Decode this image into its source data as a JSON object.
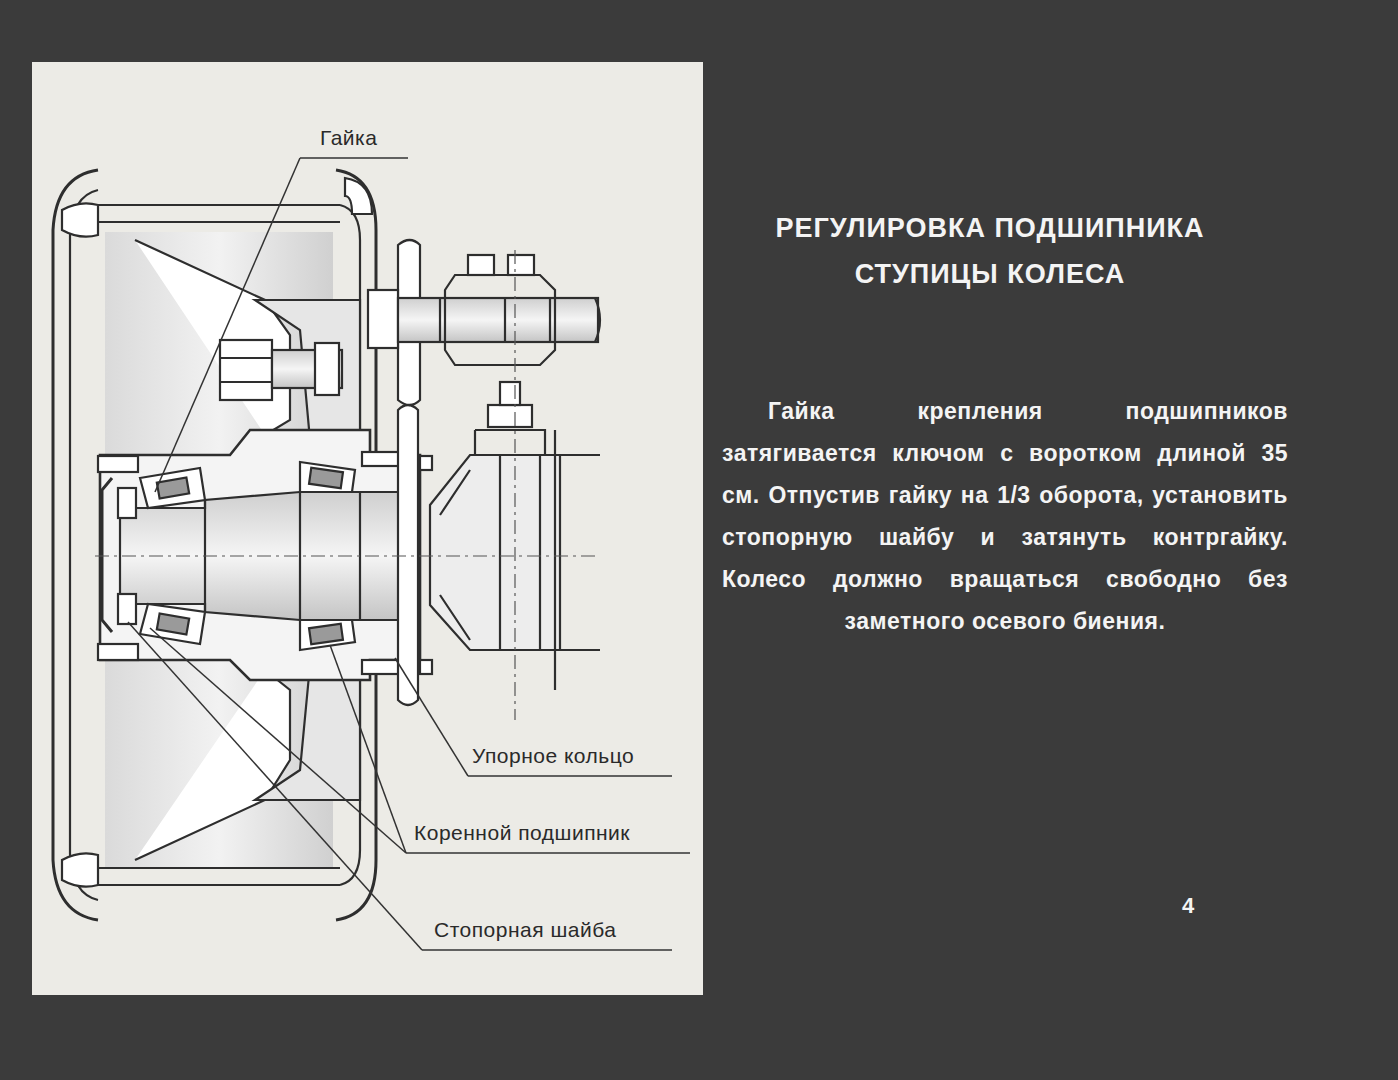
{
  "diagram": {
    "title": "РЕГУЛИРОВКА ПОДШИПНИКА СТУПИЦЫ КОЛЕСА",
    "labels": [
      "Гайка",
      "Упорное кольцо",
      "Коренной подшипник",
      "Стопорная шайба",
      "Гайка крепления подшипников затягивается ключом с воротком длиной 35 см. Отпустив гайку на 1/3 оборота, установить стопорную шайбу и затянуть контргайку. Колесо должно вращаться свободно без заметного осевого биения.",
      "4"
    ]
  }
}
